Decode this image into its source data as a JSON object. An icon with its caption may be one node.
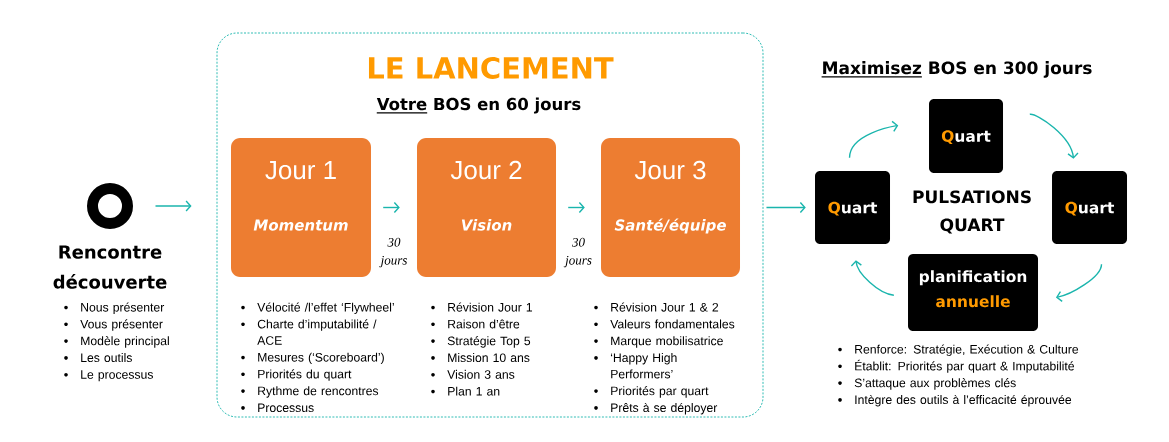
{
  "diagram": {
    "nodes": [
      {
        "text": [
          "Rencontre découverte"
        ],
        "beside": [
          "Nous présenter",
          "Vous présenter",
          "Modèle principal",
          "Les outils",
          "Le processus"
        ]
      },
      {
        "text": [
          "LE LANCEMENT",
          "Votre BOS en 60 jours"
        ]
      },
      {
        "text": [
          "Jour 1",
          "Momentum"
        ],
        "in": 1,
        "beside": [
          "Vélocité /l’effet ‘Flywheel’",
          "Charte d’imputabilité / ACE",
          "Mesures (‘Scoreboard’)",
          "Priorités du quart",
          "Rythme de rencontres",
          "Processus"
        ]
      },
      {
        "text": [
          "Jour 2",
          "Vision"
        ],
        "in": 1,
        "beside": [
          "Révision Jour 1",
          "Raison d’être",
          "Stratégie Top 5",
          "Mission 10 ans",
          "Vision 3 ans",
          "Plan 1 an"
        ]
      },
      {
        "text": [
          "Jour 3",
          "Santé/équipe"
        ],
        "in": 1,
        "beside": [
          "Révision Jour 1 & 2",
          "Valeurs fondamentales",
          "Marque mobilisatrice",
          "‘Happy High Performers’",
          "Priorités par quart",
          "Prêts à se déployer"
        ]
      },
      {
        "text": [
          "Quart"
        ]
      },
      {
        "text": [
          "Quart"
        ]
      },
      {
        "text": [
          "Quart"
        ]
      },
      {
        "text": [
          "planification",
          "annuelle"
        ],
        "beside": [
          "Renforce: Stratégie, Exécution & Culture",
          "Établit: Priorités par quart & Imputabilité",
          "S’attaque aux problèmes clés",
          "Intègre des outils à l’efficacité éprouvée"
        ]
      }
    ],
    "edges": [
      {
        "from": 0,
        "to": 1,
        "arrow": "to"
      },
      {
        "from": 2,
        "to": 3,
        "arrow": "to",
        "label": "30 jours"
      },
      {
        "from": 3,
        "to": 4,
        "arrow": "to",
        "label": "30 jours"
      },
      {
        "from": 1,
        "to": 6,
        "arrow": "to"
      },
      {
        "from": 6,
        "to": 5,
        "arrow": "to"
      },
      {
        "from": 5,
        "to": 7,
        "arrow": "to"
      },
      {
        "from": 7,
        "to": 8,
        "arrow": "to"
      },
      {
        "from": 8,
        "to": 6,
        "arrow": "to"
      }
    ],
    "labels": [
      "Maximisez BOS en 300 jours",
      "PULSATIONS QUART"
    ]
  }
}
